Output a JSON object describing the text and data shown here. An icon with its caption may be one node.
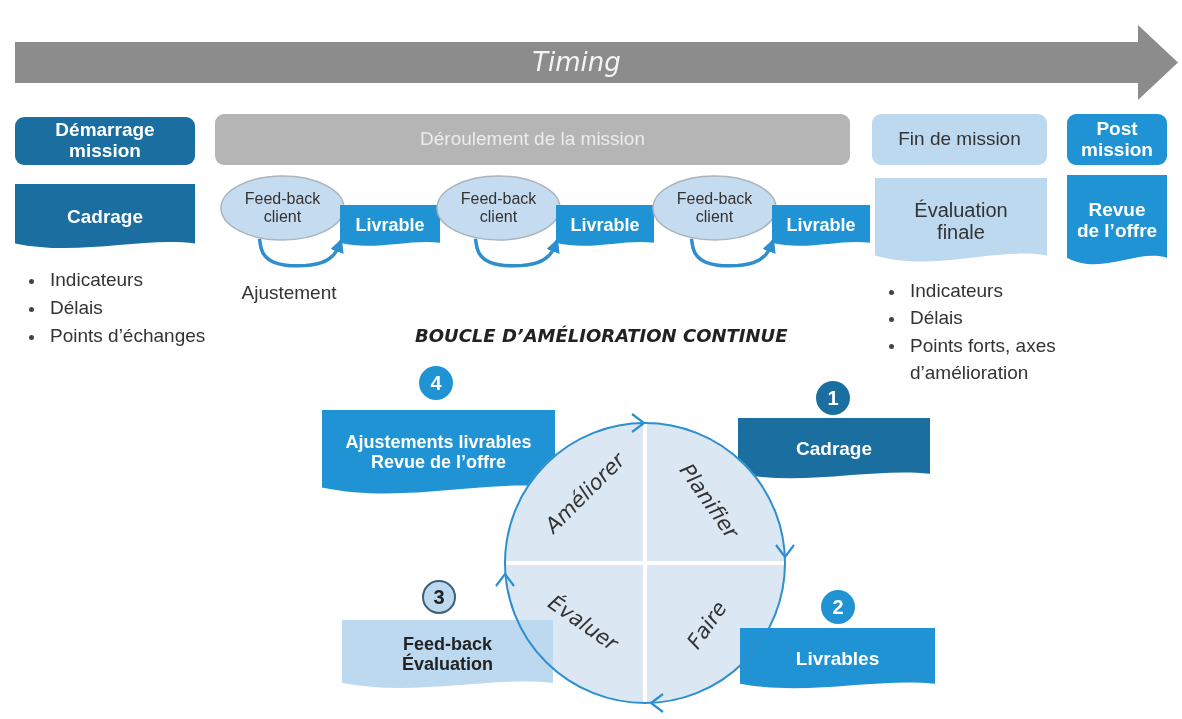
{
  "diagram": {
    "nodes": [
      {
        "text": [
          "Timing"
        ]
      },
      {
        "text": [
          "Démarrage mission"
        ]
      },
      {
        "text": [
          "Cadrage"
        ]
      },
      {
        "text": [
          "Déroulement de la mission"
        ]
      },
      {
        "text": [
          "Feed-back client"
        ]
      },
      {
        "text": [
          "Livrable"
        ]
      },
      {
        "text": [
          "Feed-back client"
        ]
      },
      {
        "text": [
          "Livrable"
        ]
      },
      {
        "text": [
          "Feed-back client"
        ]
      },
      {
        "text": [
          "Livrable"
        ]
      },
      {
        "text": [
          "Fin de mission"
        ]
      },
      {
        "text": [
          "Évaluation finale"
        ]
      },
      {
        "text": [
          "Post mission"
        ]
      },
      {
        "text": [
          "Revue de l’offre"
        ]
      },
      {
        "text": [
          "4"
        ]
      },
      {
        "text": [
          "Ajustements livrables Revue de l’offre"
        ]
      },
      {
        "text": [
          "1"
        ]
      },
      {
        "text": [
          "Cadrage"
        ]
      },
      {
        "text": [],
        "shape": "circle"
      },
      {
        "text": [
          "Améliorer"
        ],
        "in": 18
      },
      {
        "text": [
          "Planifier"
        ],
        "in": 18
      },
      {
        "text": [
          "Évaluer"
        ],
        "in": 18
      },
      {
        "text": [
          "Faire"
        ],
        "in": 18
      },
      {
        "text": [
          "3"
        ]
      },
      {
        "text": [
          "Feed-back Évaluation"
        ]
      },
      {
        "text": [
          "2"
        ]
      },
      {
        "text": [
          "Livrables"
        ]
      }
    ],
    "edges": [
      {
        "from": 4,
        "to": 5,
        "arrow": "to",
        "label": "Ajustement"
      },
      {
        "from": 6,
        "to": 7,
        "arrow": "to"
      },
      {
        "from": 8,
        "to": 9,
        "arrow": "to"
      }
    ],
    "labels": [
      "Indicateurs",
      "Délais",
      "Points d’échanges",
      "BOUCLE D’AMÉLIORATION CONTINUE",
      "Indicateurs",
      "Délais",
      "Points forts, axes d’amélioration"
    ]
  }
}
